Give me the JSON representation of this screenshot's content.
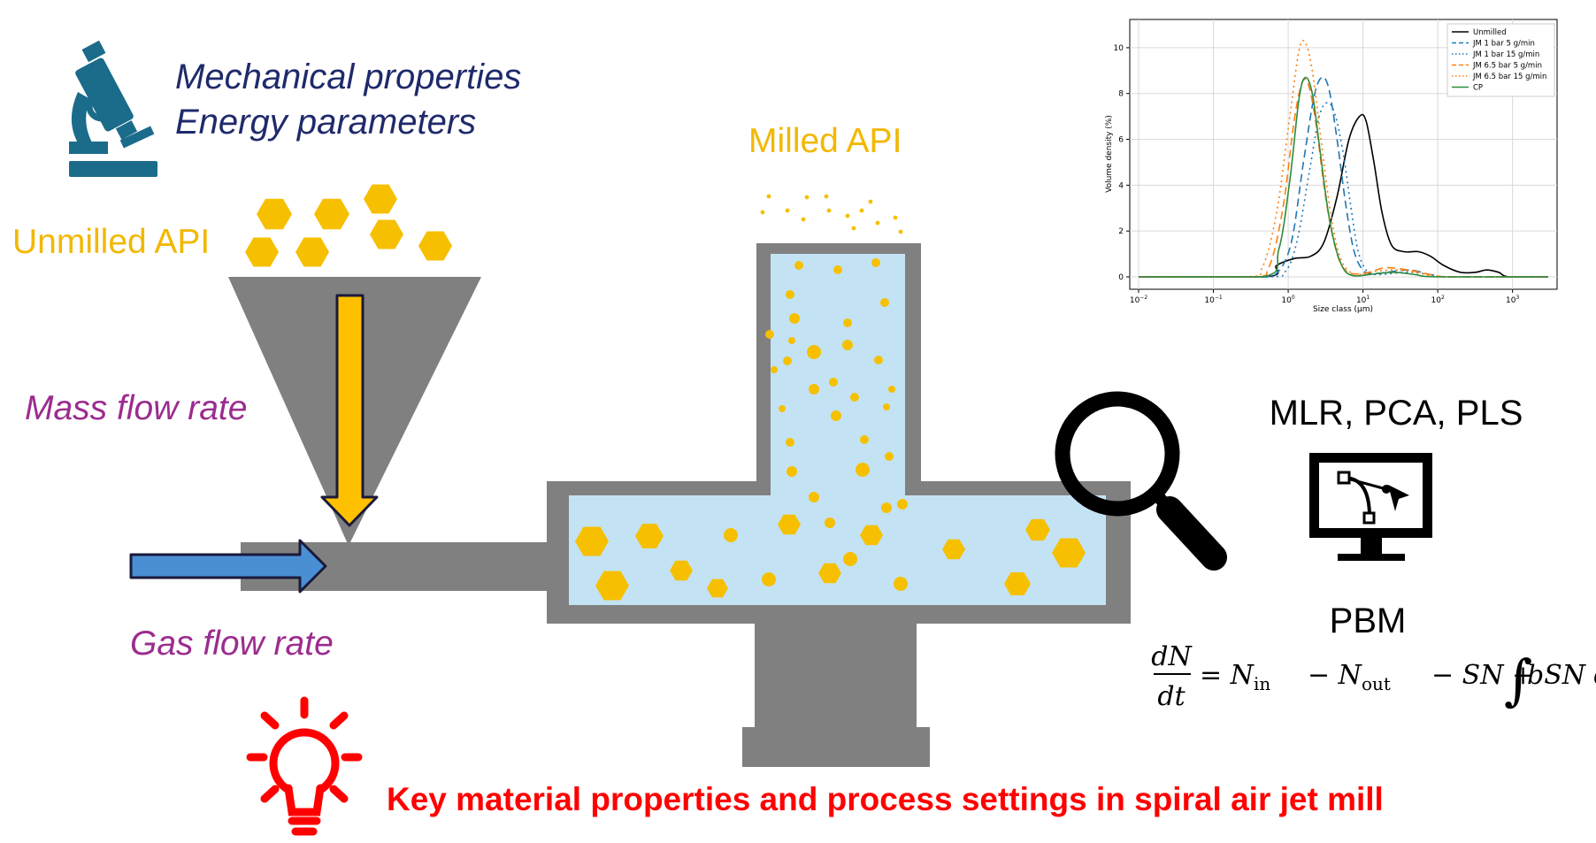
{
  "labels": {
    "mechanical": "Mechanical properties",
    "energy": "Energy parameters",
    "unmilled": "Unmilled API",
    "milled": "Milled API",
    "mass_flow": "Mass flow rate",
    "gas_flow": "Gas flow rate",
    "stats": "MLR, PCA, PLS",
    "pbm": "PBM",
    "footer": "Key material properties and process settings in spiral air jet mill"
  },
  "equation": {
    "num": "dN",
    "den": "dt",
    "rhs_1": "= N",
    "sub_in": "in",
    "rhs_2": "− N",
    "sub_out": "out",
    "rhs_3": "− SN +",
    "integral": "∫",
    "rhs_4": "bSN dε"
  },
  "colors": {
    "navy": "#1f2a6b",
    "amber": "#f2b800",
    "purple": "#9b2c8f",
    "mill_gray": "#808080",
    "chamber_blue": "#c3e3f4",
    "arrow_blue": "#4a8fd4",
    "teal_icon": "#1b6b8a",
    "red": "#ff0000"
  },
  "icons": [
    "microscope-icon",
    "magnifier-icon",
    "computer-curve-icon",
    "lightbulb-icon"
  ],
  "chart_data": {
    "type": "line",
    "xscale": "log",
    "xlim": [
      0.01,
      3000
    ],
    "ylim": [
      0,
      11
    ],
    "xlabel": "Size class (µm)",
    "ylabel": "Volume density (%)",
    "grid": true,
    "legend_loc": "top-right",
    "xticks": [
      {
        "v": 0.01,
        "base": "10",
        "exp": "−2"
      },
      {
        "v": 0.1,
        "base": "10",
        "exp": "−1"
      },
      {
        "v": 1,
        "base": "10",
        "exp": "0"
      },
      {
        "v": 10,
        "base": "10",
        "exp": "1"
      },
      {
        "v": 100,
        "base": "10",
        "exp": "2"
      },
      {
        "v": 1000,
        "base": "10",
        "exp": "3"
      }
    ],
    "yticks": [
      0,
      2,
      4,
      6,
      8,
      10
    ],
    "series": [
      {
        "name": "Unmilled",
        "color": "#000000",
        "dash": "",
        "points": [
          [
            0.01,
            0
          ],
          [
            0.5,
            0
          ],
          [
            0.7,
            0.5
          ],
          [
            1.2,
            0.8
          ],
          [
            2,
            0.9
          ],
          [
            3,
            1.5
          ],
          [
            4.5,
            3.5
          ],
          [
            6.5,
            6
          ],
          [
            9,
            7
          ],
          [
            11,
            6.8
          ],
          [
            14,
            5
          ],
          [
            18,
            2.8
          ],
          [
            24,
            1.4
          ],
          [
            35,
            1.1
          ],
          [
            55,
            1.1
          ],
          [
            80,
            0.9
          ],
          [
            120,
            0.5
          ],
          [
            200,
            0.2
          ],
          [
            320,
            0.2
          ],
          [
            450,
            0.3
          ],
          [
            650,
            0.2
          ],
          [
            900,
            0
          ],
          [
            3000,
            0
          ]
        ]
      },
      {
        "name": "JM 1 bar 5 g/min",
        "color": "#1f77b4",
        "dash": "9,5",
        "points": [
          [
            0.01,
            0
          ],
          [
            0.4,
            0
          ],
          [
            0.7,
            0.15
          ],
          [
            1.1,
            1.5
          ],
          [
            1.6,
            5
          ],
          [
            2.2,
            7.8
          ],
          [
            2.8,
            8.7
          ],
          [
            3.5,
            8.2
          ],
          [
            4.5,
            6
          ],
          [
            5.8,
            3.3
          ],
          [
            7.5,
            1.2
          ],
          [
            10,
            0.3
          ],
          [
            15,
            0.15
          ],
          [
            40,
            0.3
          ],
          [
            80,
            0.1
          ],
          [
            140,
            0
          ],
          [
            3000,
            0
          ]
        ]
      },
      {
        "name": "JM 1 bar 15 g/min",
        "color": "#1f77b4",
        "dash": "2,4",
        "points": [
          [
            0.01,
            0
          ],
          [
            0.5,
            0
          ],
          [
            0.9,
            0.2
          ],
          [
            1.3,
            1.5
          ],
          [
            1.9,
            4.5
          ],
          [
            2.6,
            7
          ],
          [
            3.4,
            7.6
          ],
          [
            4.3,
            7
          ],
          [
            5.5,
            5.3
          ],
          [
            6.8,
            3.2
          ],
          [
            8.5,
            1.2
          ],
          [
            11,
            0.3
          ],
          [
            15,
            0.1
          ],
          [
            40,
            0.2
          ],
          [
            80,
            0.1
          ],
          [
            150,
            0
          ],
          [
            3000,
            0
          ]
        ]
      },
      {
        "name": "JM 6.5 bar 5 g/min",
        "color": "#ff7f0e",
        "dash": "9,5",
        "points": [
          [
            0.01,
            0
          ],
          [
            0.32,
            0
          ],
          [
            0.55,
            0.4
          ],
          [
            0.85,
            3
          ],
          [
            1.2,
            6.8
          ],
          [
            1.55,
            8.5
          ],
          [
            1.9,
            8.3
          ],
          [
            2.4,
            6.5
          ],
          [
            3,
            4
          ],
          [
            3.8,
            2
          ],
          [
            5,
            0.6
          ],
          [
            7,
            0.15
          ],
          [
            12,
            0.2
          ],
          [
            20,
            0.4
          ],
          [
            40,
            0.3
          ],
          [
            80,
            0.1
          ],
          [
            150,
            0
          ],
          [
            3000,
            0
          ]
        ]
      },
      {
        "name": "JM 6.5 bar 15 g/min",
        "color": "#ff7f0e",
        "dash": "2,4",
        "points": [
          [
            0.01,
            0
          ],
          [
            0.28,
            0
          ],
          [
            0.45,
            0.4
          ],
          [
            0.7,
            2.8
          ],
          [
            1.05,
            7
          ],
          [
            1.4,
            9.9
          ],
          [
            1.7,
            10.2
          ],
          [
            2.1,
            9
          ],
          [
            2.7,
            6.2
          ],
          [
            3.5,
            3.3
          ],
          [
            4.5,
            1.3
          ],
          [
            6,
            0.35
          ],
          [
            9,
            0.1
          ],
          [
            15,
            0.25
          ],
          [
            30,
            0.3
          ],
          [
            60,
            0.15
          ],
          [
            120,
            0
          ],
          [
            3000,
            0
          ]
        ]
      },
      {
        "name": "CP",
        "color": "#2e8b3d",
        "dash": "",
        "points": [
          [
            0.01,
            0
          ],
          [
            0.45,
            0
          ],
          [
            0.75,
            1.2
          ],
          [
            1.05,
            4.2
          ],
          [
            1.4,
            7.8
          ],
          [
            1.7,
            8.7
          ],
          [
            2.1,
            8
          ],
          [
            2.6,
            5.8
          ],
          [
            3.3,
            3.2
          ],
          [
            4.2,
            1.4
          ],
          [
            5.5,
            0.35
          ],
          [
            7.5,
            0.05
          ],
          [
            12,
            0.1
          ],
          [
            25,
            0.2
          ],
          [
            50,
            0.1
          ],
          [
            100,
            0
          ],
          [
            3000,
            0
          ]
        ]
      }
    ]
  }
}
